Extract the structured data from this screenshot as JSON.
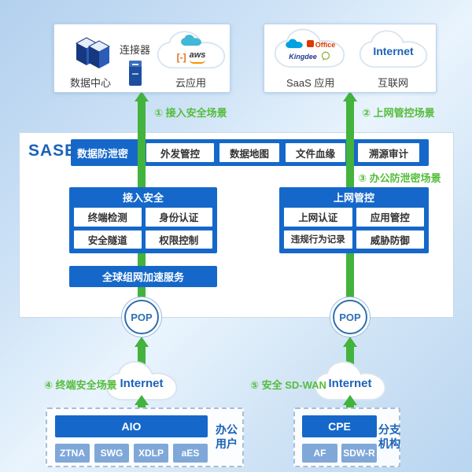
{
  "scenarios": {
    "s1": "① 接入安全场景",
    "s2": "② 上网管控场景",
    "s3": "③ 办公防泄密场景",
    "s4": "④ 终端安全场景",
    "s5": "⑤ 安全 SD-WAN"
  },
  "top_left": {
    "datacenter": "数据中心",
    "connector": "连接器",
    "cloud_apps": "云应用",
    "aws": "aws",
    "bracket": "[-]"
  },
  "top_right": {
    "saas": "SaaS 应用",
    "office": "Office",
    "kingdee": "Kingdee",
    "internet_en": "Internet",
    "internet_cn": "互联网"
  },
  "sase": {
    "title": "SASE",
    "dlp": {
      "label": "数据防泄密",
      "items": [
        "外发管控",
        "数据地图",
        "文件血缘",
        "溯源审计"
      ]
    },
    "access": {
      "title": "接入安全",
      "cells": [
        "终端检测",
        "身份认证",
        "安全隧道",
        "权限控制"
      ]
    },
    "accel": "全球组网加速服务",
    "net": {
      "title": "上网管控",
      "cells": [
        "上网认证",
        "应用管控",
        "违规行为记录",
        "威胁防御"
      ]
    },
    "pop_left": "POP",
    "pop_right": "POP"
  },
  "internet_left": "Internet",
  "internet_right": "Internet",
  "bottom_left": {
    "title": "AIO",
    "cells": [
      "ZTNA",
      "SWG",
      "XDLP",
      "aES"
    ],
    "side1": "办公",
    "side2": "用户"
  },
  "bottom_right": {
    "title": "CPE",
    "cells": [
      "AF",
      "SDW-R"
    ],
    "side1": "分支",
    "side2": "机构"
  },
  "colors": {
    "primary_blue": "#1568c9",
    "light_cell_blue": "#7fa8d9",
    "arrow_green": "#43b33d",
    "scenario_green_text": "#55bd3b",
    "accent_blue_text": "#1b62b8"
  }
}
